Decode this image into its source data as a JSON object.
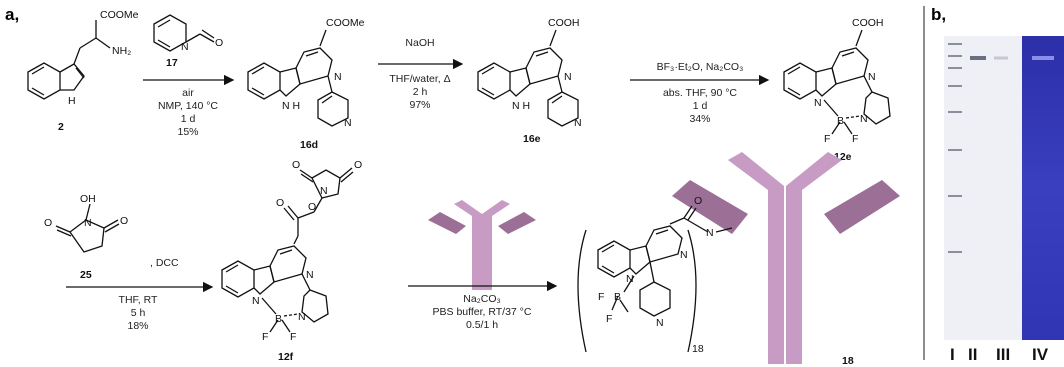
{
  "panels": {
    "a": "a,",
    "b": "b,"
  },
  "compounds": {
    "c2": {
      "label": "2",
      "ester": "COOMe",
      "amine": "NH₂",
      "nh": "H"
    },
    "c17": {
      "label": "17",
      "n": "N",
      "o": "O"
    },
    "c16d": {
      "label": "16d",
      "ester": "COOMe",
      "n": "N",
      "nh": "N H",
      "pyr_n": "N"
    },
    "c16e": {
      "label": "16e",
      "acid": "COOH",
      "n": "N",
      "nh": "N H",
      "pyr_n": "N"
    },
    "c12e": {
      "label": "12e",
      "acid": "COOH",
      "n": "N",
      "indole_n": "N",
      "boron": "B",
      "pyr_n": "N",
      "f1": "F",
      "f2": "F"
    },
    "c25": {
      "label": "25",
      "oh": "OH",
      "n": "N",
      "o1": "O",
      "o2": "O"
    },
    "c12f": {
      "label": "12f",
      "o1": "O",
      "o2": "O",
      "n_nhs": "N",
      "o_ester": "O",
      "o_carbonyl": "O",
      "n": "N",
      "indole_n": "N",
      "boron": "B",
      "pyr_n": "N",
      "f1": "F",
      "f2": "F"
    },
    "c18": {
      "label": "18",
      "o": "O",
      "nh": "N",
      "n": "N",
      "indole_n": "N",
      "boron": "B",
      "f1": "F",
      "f2": "F",
      "pyr_n": "N",
      "loading": "18"
    }
  },
  "conditions": {
    "step1": [
      "air",
      "NMP, 140 °C",
      "1 d",
      "15%"
    ],
    "step2": [
      "NaOH",
      "THF/water, Δ",
      "2 h",
      "97%"
    ],
    "step3": [
      "BF₃·Et₂O, Na₂CO₃",
      "abs. THF, 90 °C",
      "1 d",
      "34%"
    ],
    "step4": {
      "reagent": ", DCC",
      "lines": [
        "THF, RT",
        "5 h",
        "18%"
      ]
    },
    "step5": [
      "Na₂CO₃",
      "PBS buffer, RT/37 °C",
      "0.5/1 h"
    ]
  },
  "gel": {
    "lanes": [
      "I",
      "II",
      "III",
      "IV"
    ]
  },
  "colors": {
    "antibody": "#c79bc3",
    "antibody_dark": "#9b6f96",
    "gel_fluorescence": "#3035b4"
  }
}
